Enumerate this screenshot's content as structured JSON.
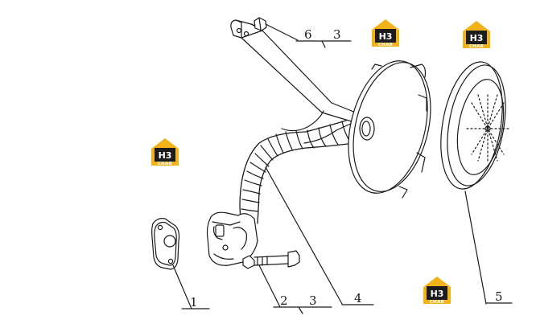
{
  "callouts": {
    "c1": "1",
    "c2": "2",
    "c3a": "3",
    "c4": "4",
    "c5": "5",
    "c6": "6",
    "c3b": "3"
  },
  "watermark": {
    "mark": "H3",
    "sub": "CHAB"
  },
  "colors": {
    "line": "#1a1a1a",
    "watermark_gold": "#f2b21a",
    "watermark_dark": "#1c1c1c"
  }
}
